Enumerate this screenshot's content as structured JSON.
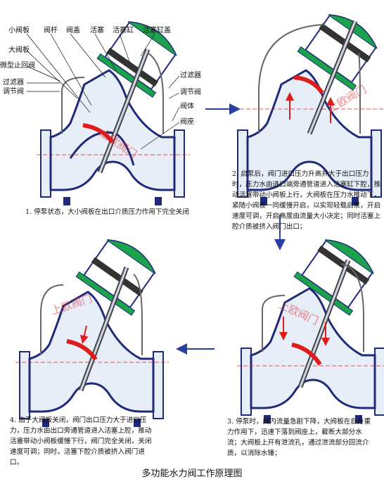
{
  "title": "多功能水力阀工作原理图",
  "watermark": "上欧阀门",
  "labels": {
    "small_disc": "小阀板",
    "stem": "阀杆",
    "cover": "阀盖",
    "piston": "活塞",
    "piston_cylinder": "活塞缸",
    "cylinder_cover": "活塞缸盖",
    "large_disc": "大阀板",
    "micro_check": "微型止回阀",
    "filter_left": "过滤器",
    "regulating_left": "调节阀",
    "filter_right": "过滤器",
    "regulating_right": "调节阀",
    "body": "阀体",
    "seat": "阀座"
  },
  "steps": [
    {
      "id": 1,
      "text": "1. 停泵状态，大小阀板在出口介质压力作用下完全关闭"
    },
    {
      "id": 2,
      "text": "2. 启泵后，阀门进口压力升高并大于出口压力时，压力水由进口端旁通管道进入活塞缸下腔，推动活塞带动小阀板上行，大阀板在压力水推动下，紧随小阀板一同缓慢开启，以实现轻载启泵，开启速度可调，开启高度由流量大小决定；同时活塞上腔介质被挤入阀门出口；"
    },
    {
      "id": 3,
      "text": "3. 停泵时，阀内流量急剧下降，大阀板在自身重力作用下，迅速下落到阀座上，截断大部分水流；大阀板上开有泄流孔，通过泄流部分回流介质，以消除水锤；"
    },
    {
      "id": 4,
      "text": "4. 由于大阀板关闭，阀门出口压力大于进口压力，压力水由出口旁通管道进入活塞上腔，推动活塞带动小阀板缓慢下行，阀门完全关闭，关闭速度可调；同时，活塞下腔介质被挤入阀门进口。"
    }
  ],
  "colors": {
    "body": "#1f2a7a",
    "fill": "#e8eef8",
    "green": "#1aa34a",
    "red": "#e01b1b",
    "arrow": "#2a3f9f",
    "pipe": "#666666"
  }
}
